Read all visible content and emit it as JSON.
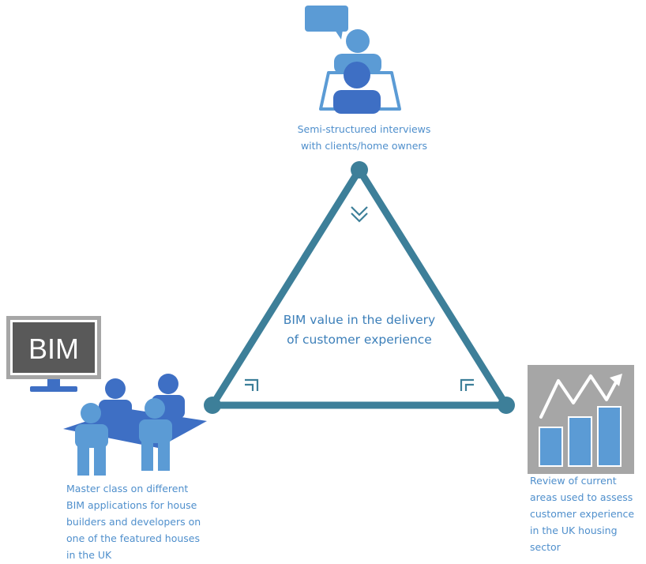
{
  "center": {
    "lines": [
      "BIM value in the delivery",
      "of customer experience"
    ]
  },
  "nodes": {
    "top": {
      "icon": "interview-icon",
      "lines": [
        "Semi-structured interviews",
        "with clients/home owners"
      ]
    },
    "left": {
      "icon": "masterclass-icon",
      "monitor_text": "BIM",
      "lines": [
        "Master class on different",
        "BIM applications for house",
        "builders and developers on",
        "one of the featured houses",
        "in the UK"
      ]
    },
    "right": {
      "icon": "growth-chart-icon",
      "lines": [
        "Review of current",
        "areas used to assess",
        "customer experience",
        "in the UK housing",
        "sector"
      ]
    }
  },
  "colors": {
    "triangle": "#3d7f99",
    "dark_blue": "#3e6fc4",
    "light_blue": "#5b9bd5",
    "label_text": "#4f8fcc",
    "monitor_frame": "#a6a6a6",
    "chart_panel": "#a6a6a6"
  }
}
